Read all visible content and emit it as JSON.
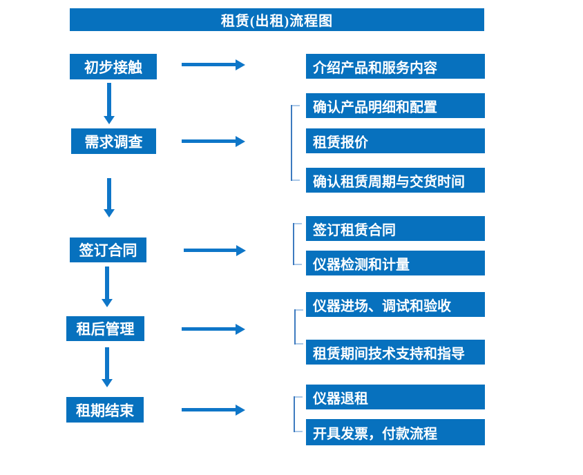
{
  "title": "租赁(出租)流程图",
  "colors": {
    "box": "#0771be",
    "arrow": "#0e76c8",
    "bracket_line": "#3d7abf",
    "bracket_stub": "#a9c7e7"
  },
  "steps": [
    {
      "label": "初步接触"
    },
    {
      "label": "需求调查"
    },
    {
      "label": "签订合同"
    },
    {
      "label": "租后管理"
    },
    {
      "label": "租期结束"
    }
  ],
  "details": [
    {
      "items": [
        "介绍产品和服务内容"
      ]
    },
    {
      "items": [
        "确认产品明细和配置",
        "租赁报价",
        "确认租赁周期与交货时间"
      ]
    },
    {
      "items": [
        "签订租赁合同",
        "仪器检测和计量"
      ]
    },
    {
      "items": [
        "仪器进场、调试和验收",
        "租赁期间技术支持和指导"
      ]
    },
    {
      "items": [
        "仪器退租",
        "开具发票，付款流程"
      ]
    }
  ]
}
